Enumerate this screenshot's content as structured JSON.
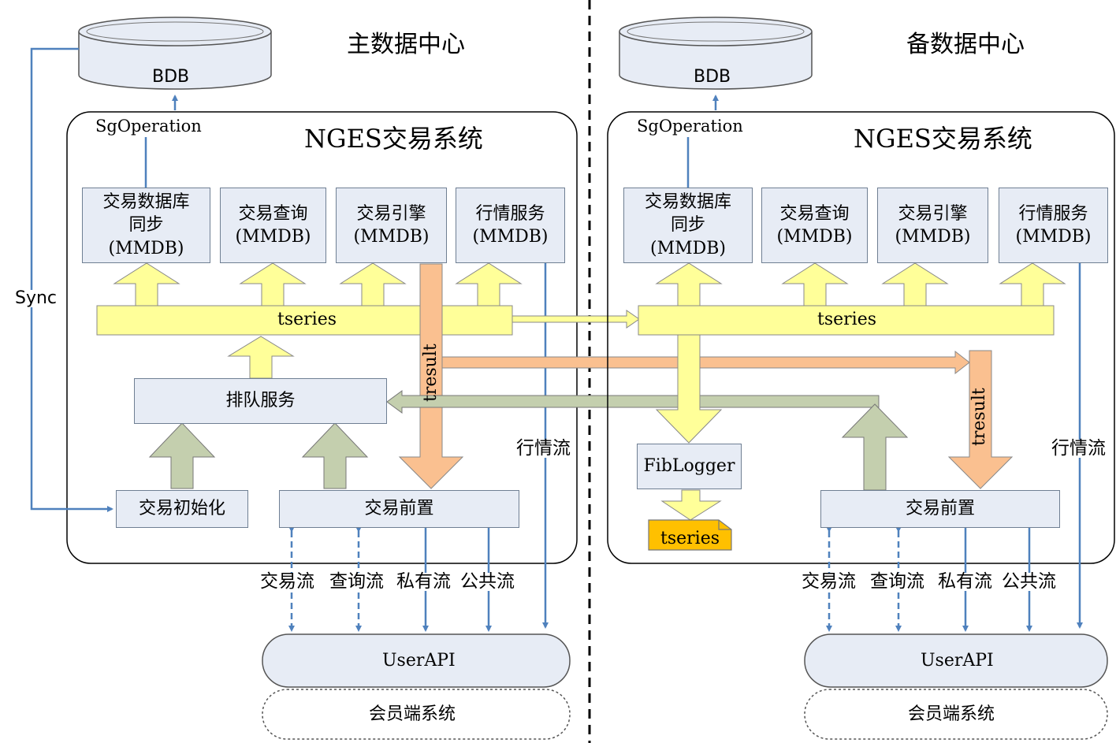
{
  "left": {
    "region_title": "主数据中心",
    "db": "BDB",
    "sg_operation": "SgOperation",
    "system_title": "NGES交易系统",
    "modules": [
      {
        "line1": "交易数据库",
        "line2": "同步",
        "line3": "(MMDB)"
      },
      {
        "line1": "交易查询",
        "line2": "(MMDB)"
      },
      {
        "line1": "交易引擎",
        "line2": "(MMDB)"
      },
      {
        "line1": "行情服务",
        "line2": "(MMDB)"
      }
    ],
    "bus": "tseries",
    "tresult": "tresult",
    "queue": "排队服务",
    "init": "交易初始化",
    "front": "交易前置",
    "market_flow": "行情流",
    "flows": [
      "交易流",
      "查询流",
      "私有流",
      "公共流"
    ],
    "user_api": "UserAPI",
    "member_system": "会员端系统"
  },
  "sync": "Sync",
  "right": {
    "region_title": "备数据中心",
    "db": "BDB",
    "sg_operation": "SgOperation",
    "system_title": "NGES交易系统",
    "modules": [
      {
        "line1": "交易数据库",
        "line2": "同步",
        "line3": "(MMDB)"
      },
      {
        "line1": "交易查询",
        "line2": "(MMDB)"
      },
      {
        "line1": "交易引擎",
        "line2": "(MMDB)"
      },
      {
        "line1": "行情服务",
        "line2": "(MMDB)"
      }
    ],
    "bus": "tseries",
    "tresult": "tresult",
    "fiblogger": "FibLogger",
    "tseries_file": "tseries",
    "front": "交易前置",
    "market_flow": "行情流",
    "flows": [
      "交易流",
      "查询流",
      "私有流",
      "公共流"
    ],
    "user_api": "UserAPI",
    "member_system": "会员端系统"
  },
  "colors": {
    "box_fill": "#e7ecf5",
    "box_border": "#6f7f93",
    "yellow": "#ffff99",
    "orange": "#fac090",
    "olive": "#c4cfae",
    "blue_line": "#4f81bd",
    "file_fill": "#ffc000"
  }
}
